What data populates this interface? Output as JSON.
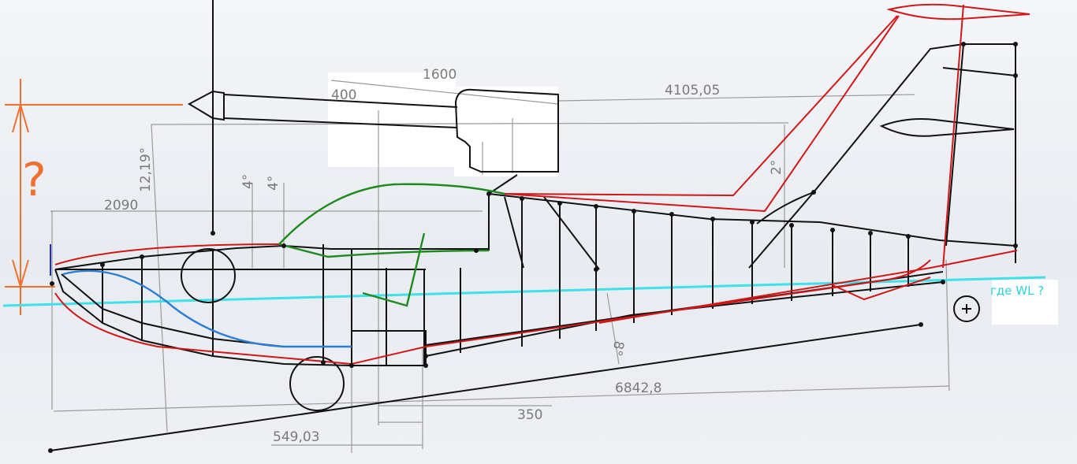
{
  "diagram": {
    "labels": {
      "dim_1600": "1600",
      "dim_400": "400",
      "dim_4105": "4105,05",
      "dim_2090": "2090",
      "dim_angle_12": "12,19°",
      "dim_angle_4a": "4°",
      "dim_angle_4b": "4°",
      "dim_angle_2": "2°",
      "dim_angle_8": "8°",
      "dim_6842": "6842,8",
      "dim_350": "350",
      "dim_549": "549,03",
      "waterline_question": "где WL ?",
      "question_mark": "?"
    },
    "colors": {
      "structure": "#111111",
      "outline_red": "#d01818",
      "hull_green": "#1f8a1f",
      "keel_blue": "#2a7fd4",
      "waterline_cyan": "#3fe0e8",
      "dimension_grey": "#8a8a8a",
      "annotation_orange": "#f07030"
    }
  }
}
